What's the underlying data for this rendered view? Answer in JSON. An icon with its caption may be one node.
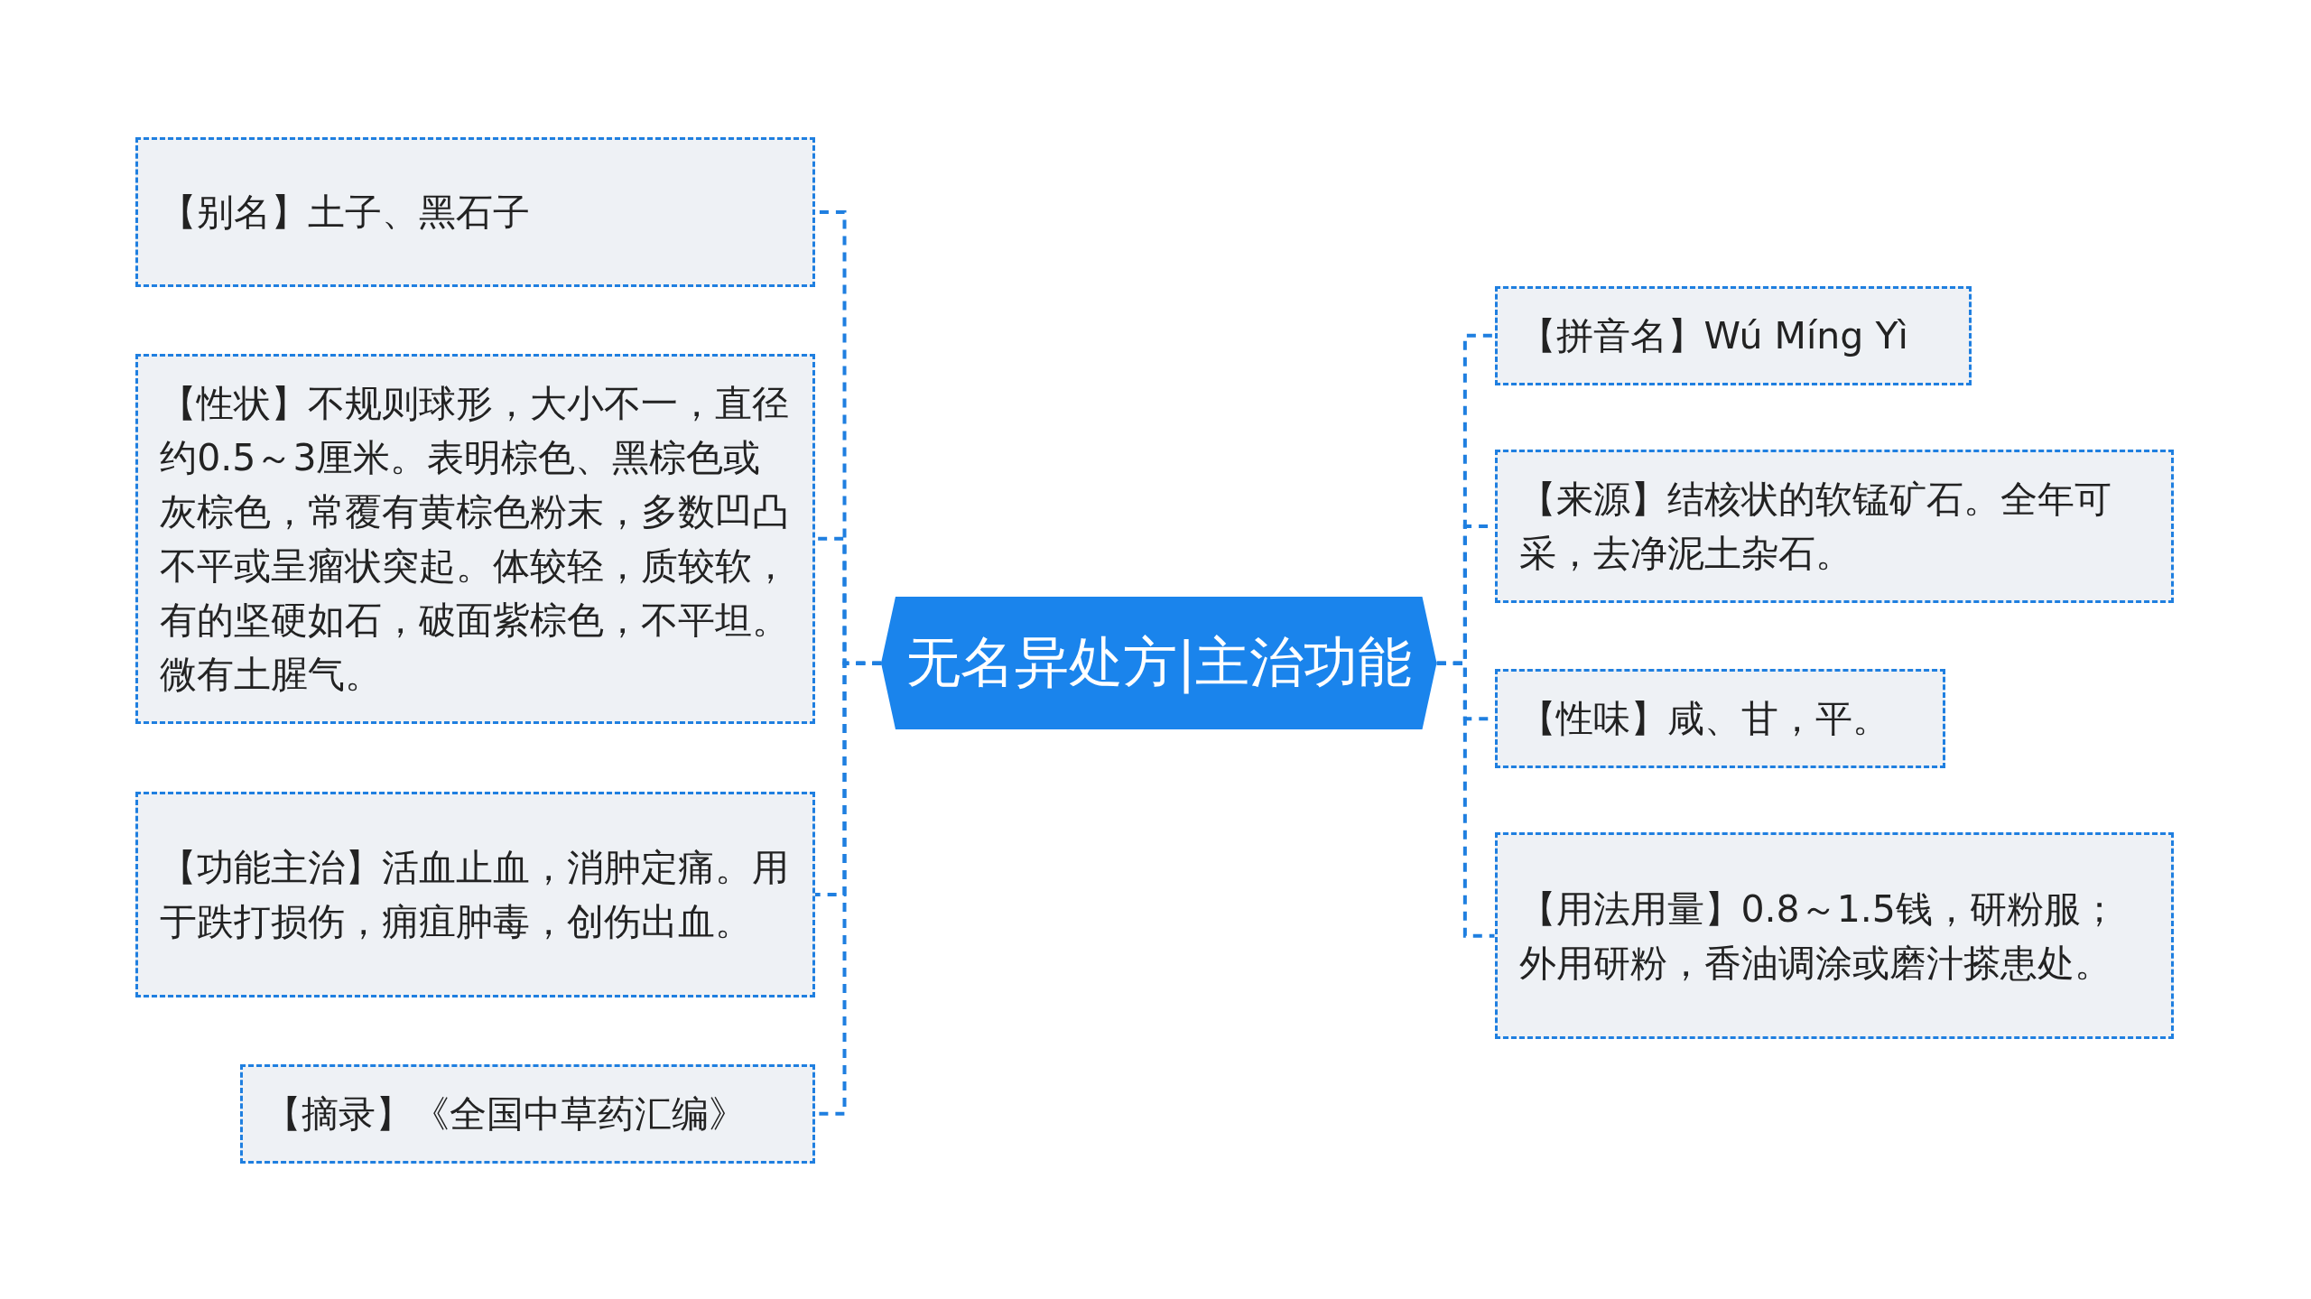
{
  "diagram": {
    "nodes": [
      {
        "text": [
          "无名异处方|主治功能"
        ]
      },
      {
        "text": [
          "【别名】土子、黑石子"
        ]
      },
      {
        "text": [
          "【性状】不规则球形，大小不一，直径约0.5～3厘米。表明棕色、黑棕色或灰棕色，常覆有黄棕色粉末，多数凹凸不平或呈瘤状突起。体较轻，质较软，有的坚硬如石，破面紫棕色，不平坦。微有土腥气。"
        ]
      },
      {
        "text": [
          "【功能主治】活血止血，消肿定痛。用于跌打损伤，痈疽肿毒，创伤出血。"
        ]
      },
      {
        "text": [
          "【摘录】《全国中草药汇编》"
        ]
      },
      {
        "text": [
          "【拼音名】Wú Míng Yì"
        ]
      },
      {
        "text": [
          "【来源】结核状的软锰矿石。全年可采，去净泥土杂石。"
        ]
      },
      {
        "text": [
          "【性味】咸、甘，平。"
        ]
      },
      {
        "text": [
          "【用法用量】0.8～1.5钱，研粉服；外用研粉，香油调涂或磨汁搽患处。"
        ]
      }
    ],
    "edges": [
      {
        "from": 0,
        "to": 1,
        "arrow": "none",
        "style": "dashed"
      },
      {
        "from": 0,
        "to": 2,
        "arrow": "none",
        "style": "dashed"
      },
      {
        "from": 0,
        "to": 3,
        "arrow": "none",
        "style": "dashed"
      },
      {
        "from": 0,
        "to": 4,
        "arrow": "none",
        "style": "dashed"
      },
      {
        "from": 0,
        "to": 5,
        "arrow": "none",
        "style": "dashed"
      },
      {
        "from": 0,
        "to": 6,
        "arrow": "none",
        "style": "dashed"
      },
      {
        "from": 0,
        "to": 7,
        "arrow": "none",
        "style": "dashed"
      },
      {
        "from": 0,
        "to": 8,
        "arrow": "none",
        "style": "dashed"
      }
    ]
  }
}
